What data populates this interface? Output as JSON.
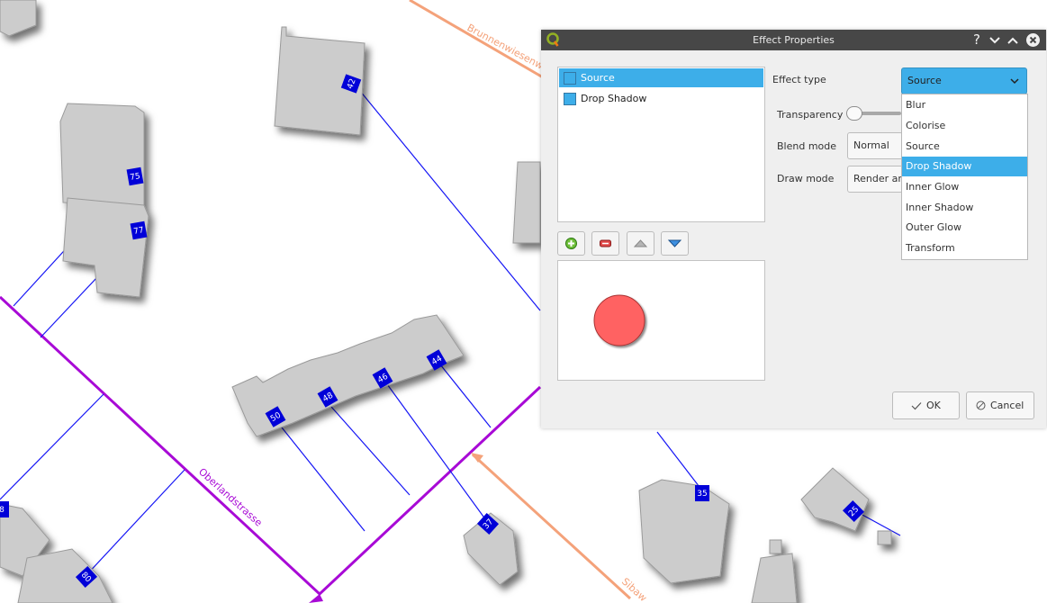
{
  "map": {
    "streets": [
      {
        "name": "Brunnenwiesenw",
        "color": "#f4a27a"
      },
      {
        "name": "Oberlandstrasse",
        "color": "#a80ad6"
      },
      {
        "name": "Sibaw",
        "color": "#f4a27a"
      }
    ],
    "house_numbers": [
      "42",
      "75",
      "77",
      "50",
      "48",
      "46",
      "44",
      "37",
      "35",
      "25",
      "80",
      "8"
    ],
    "colors": {
      "buildings": "#cccccc",
      "parcel_lines": "#1515f5",
      "label_bg": "#0000d8",
      "label_text": "#ffffff"
    }
  },
  "dialog": {
    "title": "Effect Properties",
    "title_buttons": {
      "help": "?",
      "minimize": "⌄",
      "maximize": "⌃",
      "close": "✕"
    },
    "app_icon": "qgis-icon",
    "effects_list": [
      {
        "label": "Source",
        "selected": true
      },
      {
        "label": "Drop Shadow",
        "selected": false
      }
    ],
    "toolbar_icons": [
      "add-effect-icon",
      "remove-effect-icon",
      "move-up-icon",
      "move-down-icon"
    ],
    "effect_type": {
      "label": "Effect type",
      "value": "Source"
    },
    "transparency": {
      "label": "Transparency",
      "value": 0
    },
    "blend_mode": {
      "label": "Blend mode",
      "value": "Normal"
    },
    "draw_mode": {
      "label": "Draw mode",
      "value": "Render an"
    },
    "dropdown_options": [
      {
        "label": "Blur",
        "highlighted": false
      },
      {
        "label": "Colorise",
        "highlighted": false
      },
      {
        "label": "Source",
        "highlighted": false
      },
      {
        "label": "Drop Shadow",
        "highlighted": true
      },
      {
        "label": "Inner Glow",
        "highlighted": false
      },
      {
        "label": "Inner Shadow",
        "highlighted": false
      },
      {
        "label": "Outer Glow",
        "highlighted": false
      },
      {
        "label": "Transform",
        "highlighted": false
      }
    ],
    "ok_label": "OK",
    "cancel_label": "Cancel",
    "colors": {
      "accent": "#3daee9",
      "titlebar": "#474747",
      "preview_fill": "#ff6262"
    }
  }
}
